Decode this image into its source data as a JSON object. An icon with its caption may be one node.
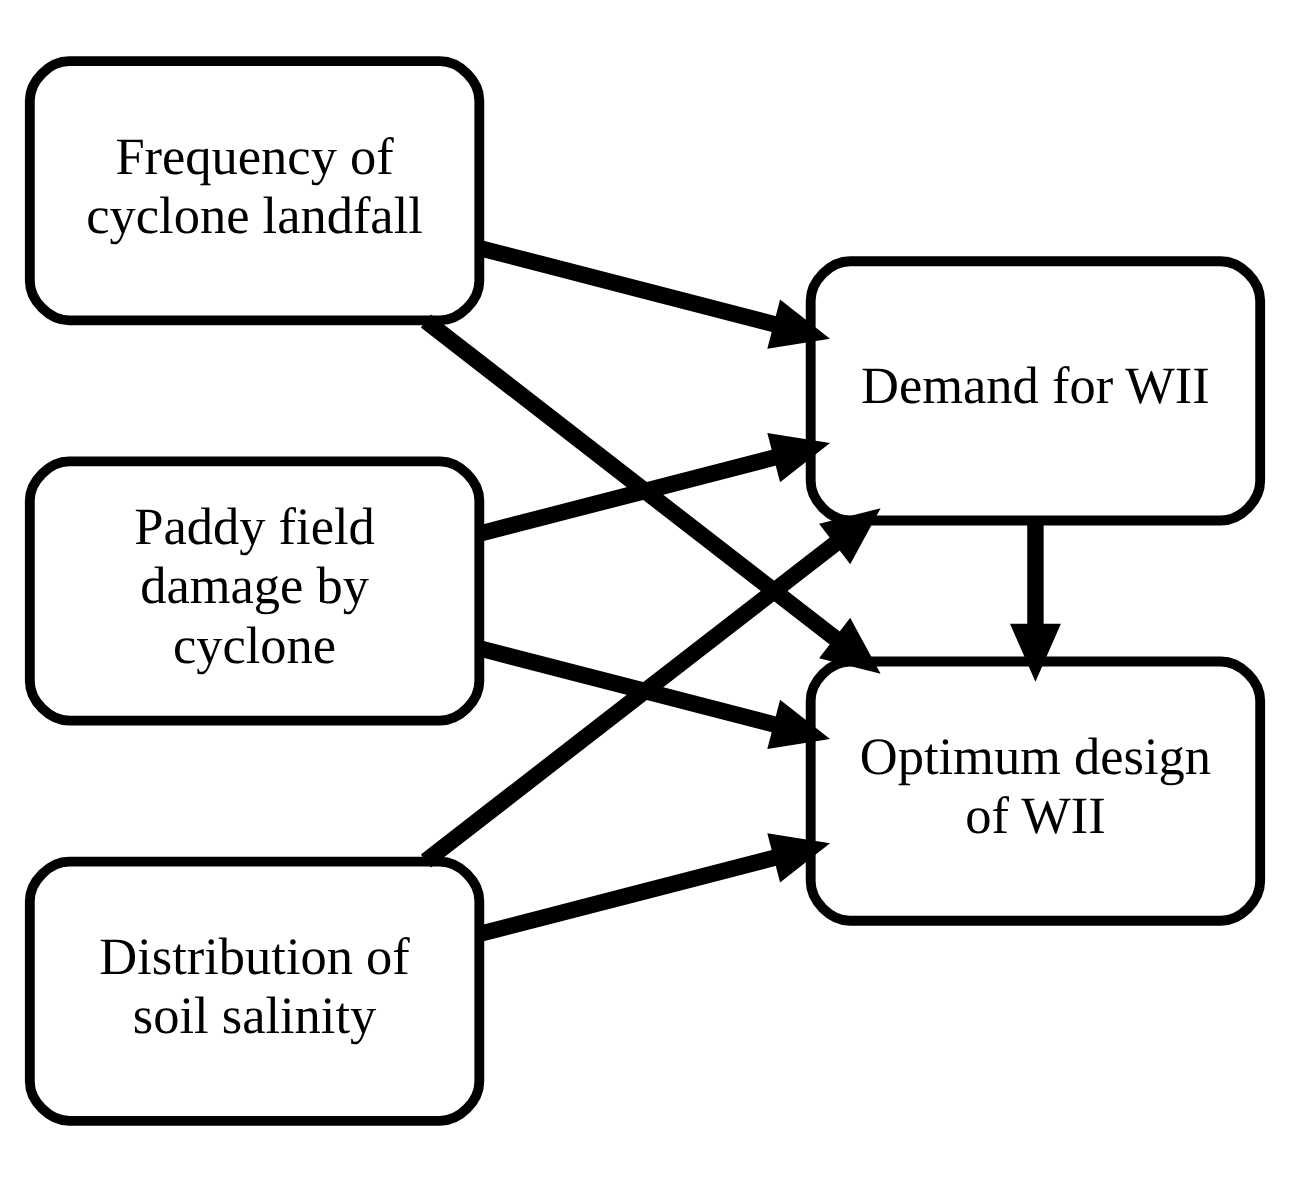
{
  "diagram": {
    "nodes": [
      {
        "text": [
          "Frequency of cyclone landfall"
        ]
      },
      {
        "text": [
          "Paddy field damage by cyclone"
        ]
      },
      {
        "text": [
          "Distribution of soil salinity"
        ]
      },
      {
        "text": [
          "Demand for WII"
        ]
      },
      {
        "text": [
          "Optimum design of WII"
        ]
      }
    ],
    "edges": [
      {
        "from": 0,
        "to": 3,
        "arrow": "to"
      },
      {
        "from": 0,
        "to": 4,
        "arrow": "to"
      },
      {
        "from": 1,
        "to": 3,
        "arrow": "to"
      },
      {
        "from": 1,
        "to": 4,
        "arrow": "to"
      },
      {
        "from": 2,
        "to": 3,
        "arrow": "to"
      },
      {
        "from": 2,
        "to": 4,
        "arrow": "to"
      },
      {
        "from": 3,
        "to": 4,
        "arrow": "to"
      }
    ]
  }
}
